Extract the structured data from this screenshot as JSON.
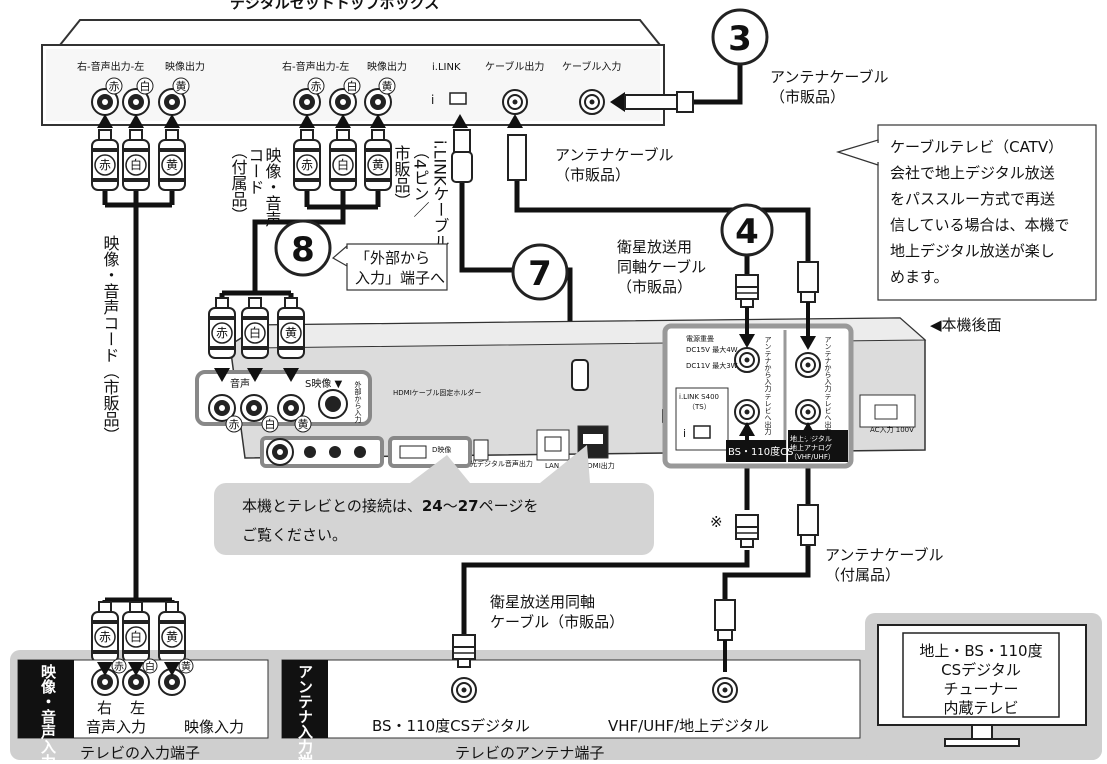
{
  "top_device": {
    "title": "デジタルセットトップボックス",
    "port_labels": [
      "右-音声出力-左",
      "映像出力",
      "右-音声出力-左",
      "映像出力",
      "i.LINK",
      "ケーブル出力",
      "ケーブル入力"
    ]
  },
  "plug_colors": {
    "red": "赤",
    "white": "白",
    "yellow": "黄"
  },
  "steps": {
    "step3": "3",
    "step4": "4",
    "step7": "7",
    "step8": "8"
  },
  "labels": {
    "antenna_cable_1_l1": "アンテナケーブル",
    "antenna_cable_1_l2": "（市販品）",
    "antenna_cable_2_l1": "アンテナケーブル",
    "antenna_cable_2_l2": "（市販品）",
    "antenna_cable_3_l1": "アンテナケーブル",
    "antenna_cable_3_l2": "（付属品）",
    "sat_coax_1_l1": "衛星放送用",
    "sat_coax_1_l2": "同軸ケーブル",
    "sat_coax_1_l3": "（市販品）",
    "sat_coax_2_l1": "衛星放送用同軸",
    "sat_coax_2_l2": "ケーブル（市販品）",
    "av_cord_left": "映像・音声コード（市販品）",
    "av_cord_mid_1": "映像・音声",
    "av_cord_mid_2": "コード",
    "av_cord_mid_3": "（付属品）",
    "ilink_cable_1": "市販品）",
    "ilink_cable_2": "（4ピン／",
    "ilink_cable_3": "i.LINKケーブル",
    "external_input_l1": "「外部から",
    "external_input_l2": "入力」端子へ",
    "rear_panel": "◀本機後面",
    "asterisk": "※"
  },
  "catv_note": [
    "ケーブルテレビ（CATV）",
    "会社で地上デジタル放送",
    "をパススルー方式で再送",
    "信している場合は、本機で",
    "地上デジタル放送が楽し",
    "めます。"
  ],
  "connect_note": {
    "pre": "本機とテレビとの接続は、",
    "p1": "24",
    "tilde": "〜",
    "p2": "27",
    "post": "ページを",
    "line2": "ご覧ください。"
  },
  "recorder": {
    "audio_label": "音声",
    "s_video": "S映像 ▼",
    "ext_input": "外部から入力",
    "hdmi_holder": "HDMIケーブル固定ホルダー",
    "power_1": "電源重畳",
    "power_2": "DC15V 最大4W",
    "power_3": "DC11V 最大3W",
    "antenna_in": "アンテナから入力",
    "tv_out": "テレビへ出力",
    "ilink_s400": "i.LINK S400",
    "ilink_ts": "（TS）",
    "bs_cs": "BS・110度CS",
    "ground_1": "地上デジタル",
    "ground_2": "地上アナログ",
    "vhf_uhf": "（VHF/UHF）",
    "lan": "LAN",
    "hdmi_out": "HDMI出力",
    "optical": "光デジタル音声出力",
    "d_video": "D映像",
    "ac": "AC入力 100V"
  },
  "tv_inputs": {
    "side_label": "映像・音声入力端子",
    "right": "右",
    "left": "左",
    "audio_in": "音声入力",
    "video_in": "映像入力",
    "caption": "テレビの入力端子"
  },
  "tv_antenna": {
    "side_label": "アンテナ入力端子",
    "bs": "BS・110度CSデジタル",
    "vhf": "VHF/UHF/地上デジタル",
    "caption": "テレビのアンテナ端子"
  },
  "tv_icon": {
    "l1": "地上・BS・110度",
    "l2": "CSデジタル",
    "l3": "チューナー",
    "l4": "内蔵テレビ"
  }
}
